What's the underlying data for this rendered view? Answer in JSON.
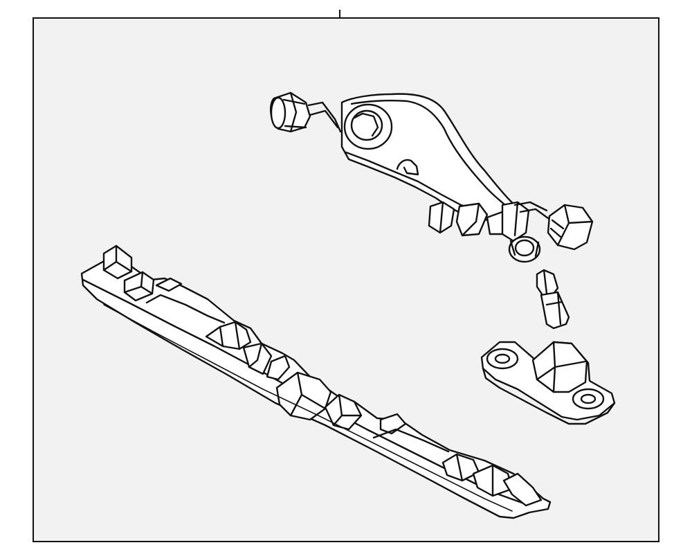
{
  "diagram": {
    "background_color": "#f2f2f2",
    "frame_color": "#111111",
    "line_color": "#111111",
    "part_fill": "#ffffff",
    "parts": [
      {
        "id": "bracket-rail",
        "icon": "elongated-bracket-icon"
      },
      {
        "id": "wire-harness-socket",
        "icon": "wiring-harness-icon"
      },
      {
        "id": "bulb",
        "icon": "wedge-bulb-icon"
      },
      {
        "id": "lamp-housing",
        "icon": "license-lamp-housing-icon"
      }
    ]
  }
}
